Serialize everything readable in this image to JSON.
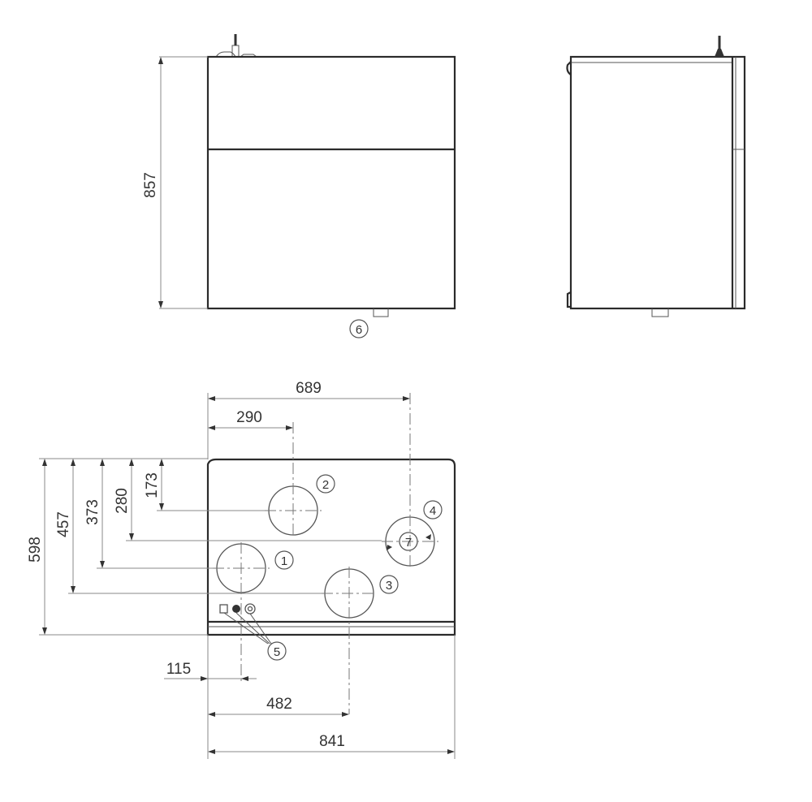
{
  "drawing": {
    "views": [
      "front-view",
      "side-view",
      "top-view"
    ],
    "front_view": {
      "height_dimension": "857",
      "callout_drain": "6"
    },
    "top_view": {
      "dimensions": {
        "width_total": "841",
        "depth_total": "598",
        "x_port2": "290",
        "x_port4": "689",
        "x_port3": "482",
        "x_port5": "115",
        "y_port2": "173",
        "y_port4": "280",
        "y_port1": "373",
        "y_port3": "457"
      },
      "callouts": {
        "c1": "1",
        "c2": "2",
        "c3": "3",
        "c4": "4",
        "c5": "5",
        "c7": "7"
      }
    },
    "colors": {
      "line": "#2b2b2b",
      "dimension": "#8a8a8a",
      "background": "#ffffff"
    }
  }
}
